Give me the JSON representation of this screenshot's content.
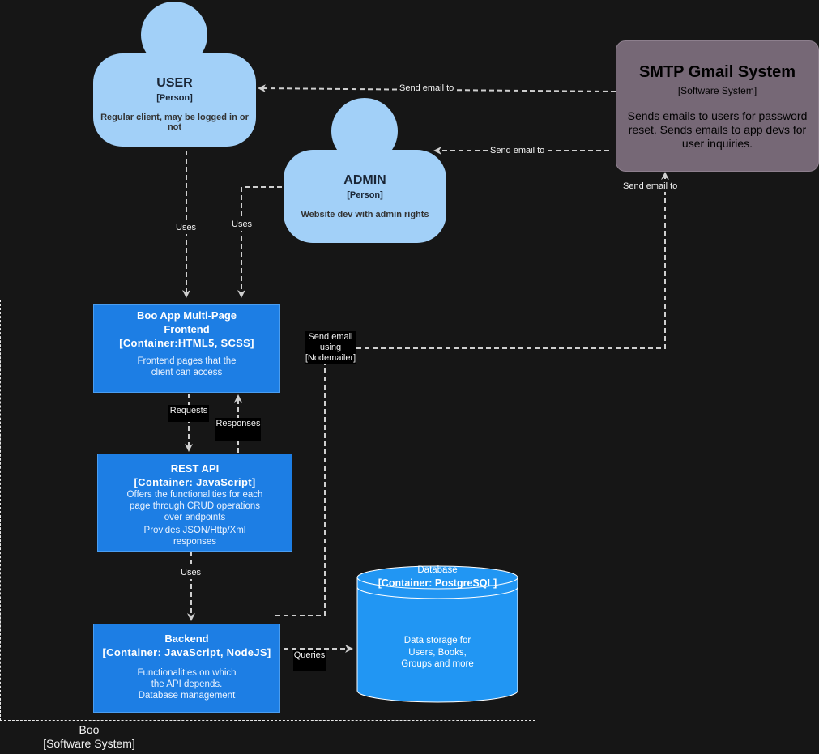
{
  "persons": {
    "user": {
      "title": "USER",
      "type": "[Person]",
      "description": "Regular client, may be logged in or not"
    },
    "admin": {
      "title": "ADMIN",
      "type": "[Person]",
      "description": "Website dev with admin rights"
    }
  },
  "external_system": {
    "title": "SMTP Gmail System",
    "type": "[Software System]",
    "description": "Sends emails to users for password reset. Sends emails to app devs for user inquiries."
  },
  "boundary": {
    "name": "Boo",
    "type": "[Software System]"
  },
  "containers": {
    "frontend": {
      "title": "Boo App Multi-Page Frontend",
      "tech": "[Container:HTML5, SCSS]",
      "description": [
        "Frontend pages that the",
        "client can access"
      ]
    },
    "rest_api": {
      "title": "REST API",
      "tech": "[Container: JavaScript]",
      "description": [
        "Offers the functionalities for each",
        "page through CRUD operations",
        "over endpoints",
        "Provides JSON/Http/Xml",
        "responses"
      ]
    },
    "backend": {
      "title": "Backend",
      "tech": "[Container: JavaScript, NodeJS]",
      "description": [
        "Functionalities on which",
        "the API depends.",
        "Database management"
      ]
    },
    "database": {
      "title": "Database",
      "tech": "[Container: PostgreSQL]",
      "description": [
        "Data storage for",
        "Users, Books,",
        "Groups and more"
      ]
    }
  },
  "edges": {
    "smtp_to_user": "Send email to",
    "smtp_to_admin": "Send email to",
    "to_smtp": "Send email to",
    "user_uses": "Uses",
    "admin_uses": "Uses",
    "nodemailer": [
      "Send email",
      "using",
      "[Nodemailer]"
    ],
    "requests": "Requests",
    "responses": "Responses",
    "api_uses": "Uses",
    "queries": "Queries"
  },
  "colors": {
    "background": "#161616",
    "person": "#a2d0f8",
    "container": "#1d7ee4",
    "database": "#2196f3",
    "external_system": "#766876",
    "edge": "#cfcfcf"
  }
}
